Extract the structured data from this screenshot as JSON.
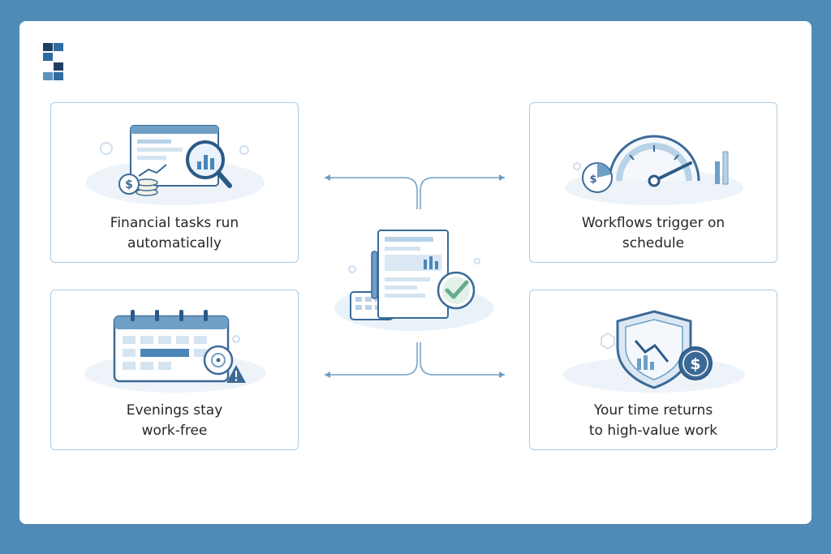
{
  "cards": {
    "top_left": {
      "line1": "Financial tasks run",
      "line2": "automatically",
      "illustration": "dashboard-magnifier-coins"
    },
    "top_right": {
      "line1": "Workflows trigger on",
      "line2": "schedule",
      "illustration": "speedometer-gauge"
    },
    "bottom_left": {
      "line1": "Evenings stay",
      "line2": "work-free",
      "illustration": "calendar-warning"
    },
    "bottom_right": {
      "line1": "Your time returns",
      "line2": "to high-value work",
      "illustration": "shield-dollar"
    }
  },
  "center": {
    "illustration": "document-calculator-checkmark"
  },
  "colors": {
    "frame": "#4f8bb5",
    "card_border": "#a9cbe3",
    "connector": "#6e9fc6",
    "text": "#23272b",
    "check": "#6aab8e"
  }
}
